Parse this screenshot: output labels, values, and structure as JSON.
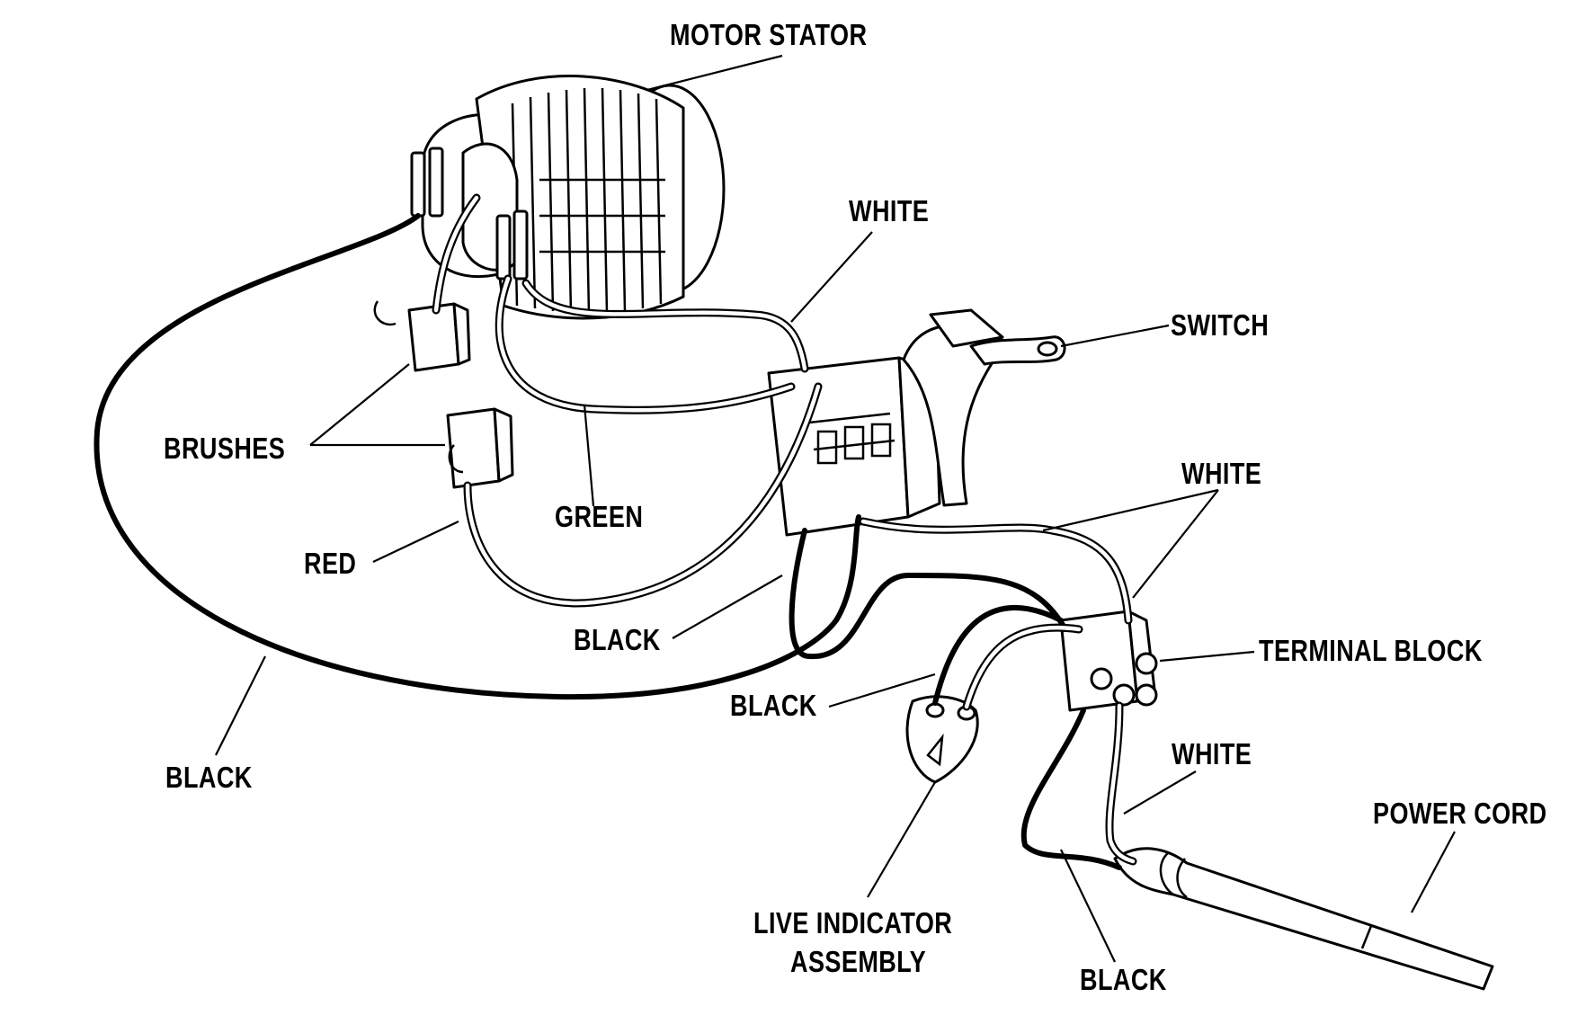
{
  "labels": {
    "motor_stator": "MOTOR STATOR",
    "white_top": "WHITE",
    "switch": "SWITCH",
    "brushes": "BRUSHES",
    "green": "GREEN",
    "red": "RED",
    "white_mid": "WHITE",
    "black_mid": "BLACK",
    "terminal_block": "TERMINAL BLOCK",
    "black_indicator": "BLACK",
    "white_cord": "WHITE",
    "power_cord": "POWER CORD",
    "black_left": "BLACK",
    "live_indicator_line1": "LIVE INDICATOR",
    "live_indicator_line2": "ASSEMBLY",
    "black_bottom": "BLACK"
  }
}
